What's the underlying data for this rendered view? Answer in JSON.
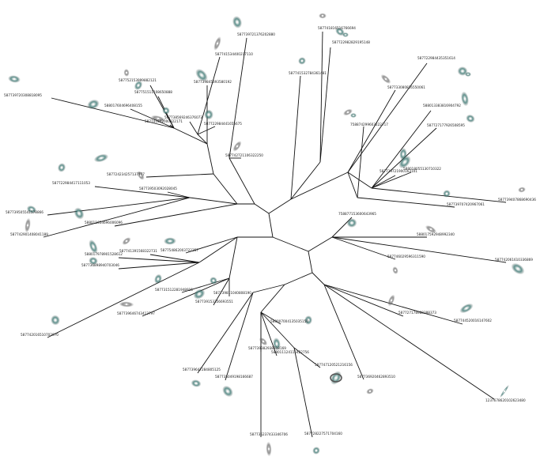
{
  "colors": {
    "edge": "#111111",
    "galaxy_core": "#f4f4f4",
    "galaxy_halo": "#2f6f6a",
    "background": "#ffffff"
  },
  "leaves": [
    {
      "id": "587741816516766694",
      "icon": "spiral-galaxy-icon"
    },
    {
      "id": "587722982829195148",
      "icon": "galaxy-pair-icon"
    },
    {
      "id": "587739721376202880",
      "icon": "galaxy-icon"
    },
    {
      "id": "587741534400217110",
      "icon": "galaxy-icon"
    },
    {
      "id": "587741532784361481",
      "icon": "galaxy-icon"
    },
    {
      "id": "587722984435351614",
      "icon": "interacting-galaxy-icon"
    },
    {
      "id": "587733080816550061",
      "icon": "galaxy-icon"
    },
    {
      "id": "588013383816904792",
      "icon": "galaxy-icon"
    },
    {
      "id": "587727177926508595",
      "icon": "spiral-galaxy-icon"
    },
    {
      "id": "758874299603222717",
      "icon": "galaxy-pair-icon"
    },
    {
      "id": "587739720308818095",
      "icon": "galaxy-icon"
    },
    {
      "id": "587739845393580192",
      "icon": "galaxy-icon"
    },
    {
      "id": "587752153999882121",
      "icon": "galaxy-icon"
    },
    {
      "id": "587751511108650888",
      "icon": "galaxy-icon"
    },
    {
      "id": "588017604696408155",
      "icon": "galaxy-icon"
    },
    {
      "id": "587741602000322171",
      "icon": "galaxy-icon"
    },
    {
      "id": "587738569246376073",
      "icon": "galaxy-icon"
    },
    {
      "id": "587722984441655675",
      "icon": "galaxy-icon"
    },
    {
      "id": "587742721106322250",
      "icon": "galaxy-icon"
    },
    {
      "id": "587724234257137777",
      "icon": "galaxy-icon"
    },
    {
      "id": "587722984417111053",
      "icon": "spiral-galaxy-icon"
    },
    {
      "id": "587739503092028045",
      "icon": "galaxy-icon"
    },
    {
      "id": "587739721900163101",
      "icon": "galaxy-icon"
    },
    {
      "id": "588018055130710322",
      "icon": "galaxy-icon"
    },
    {
      "id": "587739407868690436",
      "icon": "galaxy-icon"
    },
    {
      "id": "587739505541578866",
      "icon": "galaxy-icon"
    },
    {
      "id": "588011654696006096",
      "icon": "galaxy-icon"
    },
    {
      "id": "587742901408041189",
      "icon": "galaxy-icon"
    },
    {
      "id": "587739707420967061",
      "icon": "galaxy-icon"
    },
    {
      "id": "758877153600643965",
      "icon": "galaxy-icon"
    },
    {
      "id": "588017592948992340",
      "icon": "galaxy-icon"
    },
    {
      "id": "588017978901528612",
      "icon": "galaxy-icon"
    },
    {
      "id": "587736898940703046",
      "icon": "galaxy-icon"
    },
    {
      "id": "587741391568322731",
      "icon": "galaxy-icon"
    },
    {
      "id": "587754862003722257",
      "icon": "galaxy-icon"
    },
    {
      "id": "587742061610336869",
      "icon": "galaxy-icon"
    },
    {
      "id": "587746029596311590",
      "icon": "galaxy-icon"
    },
    {
      "id": "587731512281948915",
      "icon": "galaxy-icon"
    },
    {
      "id": "587739153356693551",
      "icon": "galaxy-icon"
    },
    {
      "id": "587739646743412797",
      "icon": "galaxy-icon"
    },
    {
      "id": "587739811040808190",
      "icon": "galaxy-icon"
    },
    {
      "id": "587742016510702970",
      "icon": "galaxy-icon"
    },
    {
      "id": "587727178988388373",
      "icon": "galaxy-icon"
    },
    {
      "id": "587744520016147602",
      "icon": "galaxy-icon"
    },
    {
      "id": "588007004135035150",
      "icon": "galaxy-icon"
    },
    {
      "id": "587739382938318169",
      "icon": "galaxy-icon"
    },
    {
      "id": "588011124116422756",
      "icon": "galaxy-icon"
    },
    {
      "id": "587747120521216156",
      "icon": "ring-galaxy-icon"
    },
    {
      "id": "587736920462893510",
      "icon": "galaxy-icon"
    },
    {
      "id": "587739647284805125",
      "icon": "galaxy-icon"
    },
    {
      "id": "587735049198166687",
      "icon": "galaxy-icon"
    },
    {
      "id": "587735237433346706",
      "icon": "galaxy-icon"
    },
    {
      "id": "587728227571704160",
      "icon": "galaxy-icon"
    },
    {
      "id": "1237678620102623480",
      "icon": "edge-on-galaxy-icon"
    }
  ]
}
